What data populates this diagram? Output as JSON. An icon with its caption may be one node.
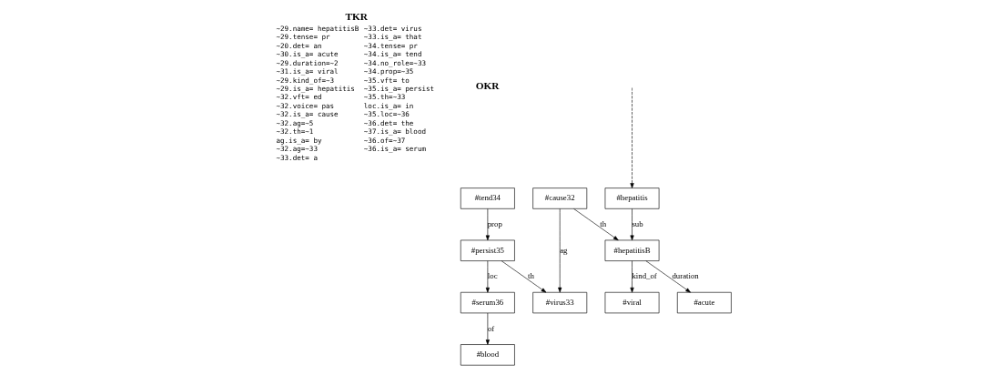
{
  "diagram": {
    "nodes": [
      {
        "text": [
          "#hepatitis"
        ]
      },
      {
        "text": [
          "#tend34"
        ]
      },
      {
        "text": [
          "#cause32"
        ]
      },
      {
        "text": [
          "#persist35"
        ]
      },
      {
        "text": [
          "#hepatitisB"
        ]
      },
      {
        "text": [
          "#virus33"
        ]
      },
      {
        "text": [
          "#serum36"
        ]
      },
      {
        "text": [
          "#acute"
        ]
      },
      {
        "text": [
          "#viral"
        ]
      },
      {
        "text": [
          "#blood"
        ]
      }
    ],
    "edges": [
      {
        "from": null,
        "to": 0,
        "arrow": "to",
        "style": "dashed"
      },
      {
        "from": 0,
        "to": 4,
        "arrow": "to",
        "label": "sub"
      },
      {
        "from": 1,
        "to": 3,
        "arrow": "to",
        "label": "prop"
      },
      {
        "from": 2,
        "to": 4,
        "arrow": "to",
        "label": "th"
      },
      {
        "from": 2,
        "to": 5,
        "arrow": "to",
        "label": "ag"
      },
      {
        "from": 3,
        "to": 5,
        "arrow": "to",
        "label": "th"
      },
      {
        "from": 3,
        "to": 6,
        "arrow": "to",
        "label": "loc"
      },
      {
        "from": 4,
        "to": 7,
        "arrow": "to",
        "label": "duration"
      },
      {
        "from": 4,
        "to": 8,
        "arrow": "to",
        "label": "kind_of"
      },
      {
        "from": 6,
        "to": 9,
        "arrow": "to",
        "label": "of"
      }
    ],
    "labels": [
      "TKR",
      "OKR",
      "~29.name= hepatitisB",
      "~29.tense= pr",
      "~20.det= an",
      "~30.is_a= acute",
      "~29.duration=~2",
      "~31.is_a= viral",
      "~29.kind_of=~3",
      "~29.is_a= hepatitis",
      "~32.vft= ed",
      "~32.voice= pas",
      "~32.is_a= cause",
      "~32.ag=~5",
      "~32.th=~1",
      "ag.is_a= by",
      "~32.ag=~33",
      "~33.det= a",
      "~33.det= virus",
      "~33.is_a= that",
      "~34.tense= pr",
      "~34.is_a= tend",
      "~34.no_role=~33",
      "~34.prop=~35",
      "~35.vft= to",
      "~35.is_a= persist",
      "~35.th=~33",
      "loc.is_a= in",
      "~35.loc=~36",
      "~36.det= the",
      "~37.is_a= blood",
      "~36.of=~37",
      "~36.is_a= serum"
    ]
  }
}
